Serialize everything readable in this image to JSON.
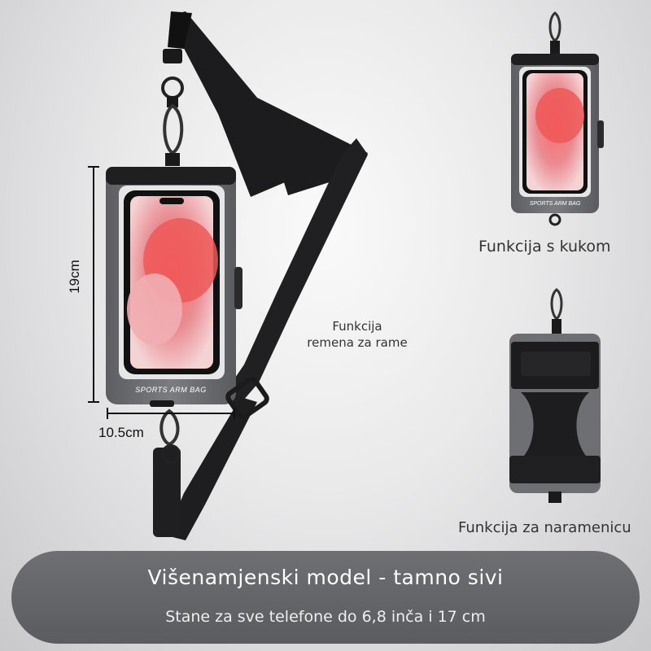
{
  "product": {
    "dimension_height": "19cm",
    "dimension_width": "10.5cm",
    "bag_print": "SPORTS ARM BAG"
  },
  "features": {
    "hook": "Funkcija s kukom",
    "shoulder_strap_line1": "Funkcija",
    "shoulder_strap_line2": "remena za rame",
    "armband": "Funkcija za naramenicu"
  },
  "banner": {
    "title": "Višenamjenski model - tamno sivi",
    "subtitle": "Stane za sve telefone do 6,8 inča i 17 cm"
  },
  "colors": {
    "bag_gray": "#6f7073",
    "bag_dark": "#2a2a2c",
    "strap": "#1c1c1e",
    "screen_pink": "#e88f95",
    "banner": "#636468"
  }
}
